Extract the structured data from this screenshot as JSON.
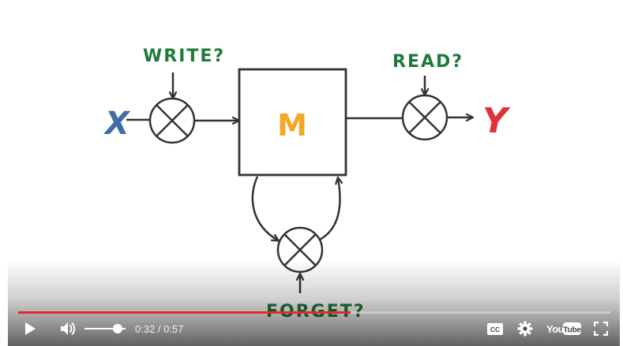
{
  "diagram": {
    "input_label": "X",
    "output_label": "Y",
    "memory_label": "M",
    "write_label": "WRITE?",
    "read_label": "READ?",
    "forget_label": "FORGET?",
    "colors": {
      "ink": "#333333",
      "input": "#3f6ea6",
      "output": "#e0323b",
      "memory": "#f5a623",
      "gates": "#1e7a3a"
    }
  },
  "player": {
    "current_time": "0:32",
    "duration": "0:57",
    "time_separator": " / ",
    "progress_fraction": 0.561,
    "volume_fraction": 0.9,
    "accent_color": "#e32a2a",
    "icons": {
      "play": "play-icon",
      "volume": "volume-icon",
      "cc": "cc-icon",
      "settings": "gear-icon",
      "youtube": "youtube-logo",
      "fullscreen": "fullscreen-icon"
    },
    "cc_text": "CC",
    "youtube_text": "You",
    "youtube_tube_text": "Tube"
  }
}
